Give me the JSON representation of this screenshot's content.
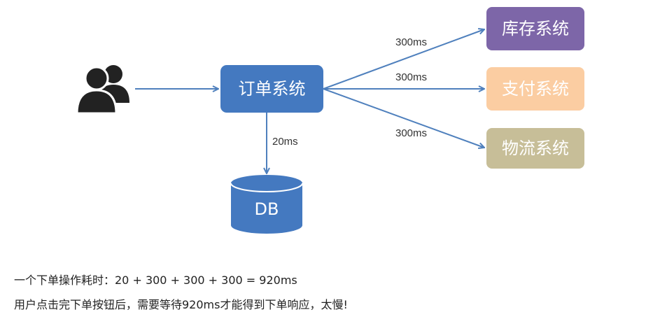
{
  "nodes": {
    "order": {
      "label": "订单系统",
      "color": "#4479C0"
    },
    "inventory": {
      "label": "库存系统",
      "color": "#7D66A8"
    },
    "payment": {
      "label": "支付系统",
      "color": "#FBCDA2"
    },
    "logistics": {
      "label": "物流系统",
      "color": "#C7BE98"
    },
    "db": {
      "label": "DB",
      "color": "#4479C0"
    }
  },
  "edges": {
    "user_to_order": {
      "label": ""
    },
    "order_to_db": {
      "label": "20ms"
    },
    "order_to_inventory": {
      "label": "300ms"
    },
    "order_to_payment": {
      "label": "300ms"
    },
    "order_to_logistics": {
      "label": "300ms"
    }
  },
  "icons": {
    "user": "users-icon"
  },
  "colors": {
    "arrow": "#4F80BD",
    "user_icon": "#222222"
  },
  "notes": {
    "line1": "一个下单操作耗时：20 + 300 + 300 + 300 = 920ms",
    "line2": "用户点击完下单按钮后，需要等待920ms才能得到下单响应，太慢!"
  }
}
